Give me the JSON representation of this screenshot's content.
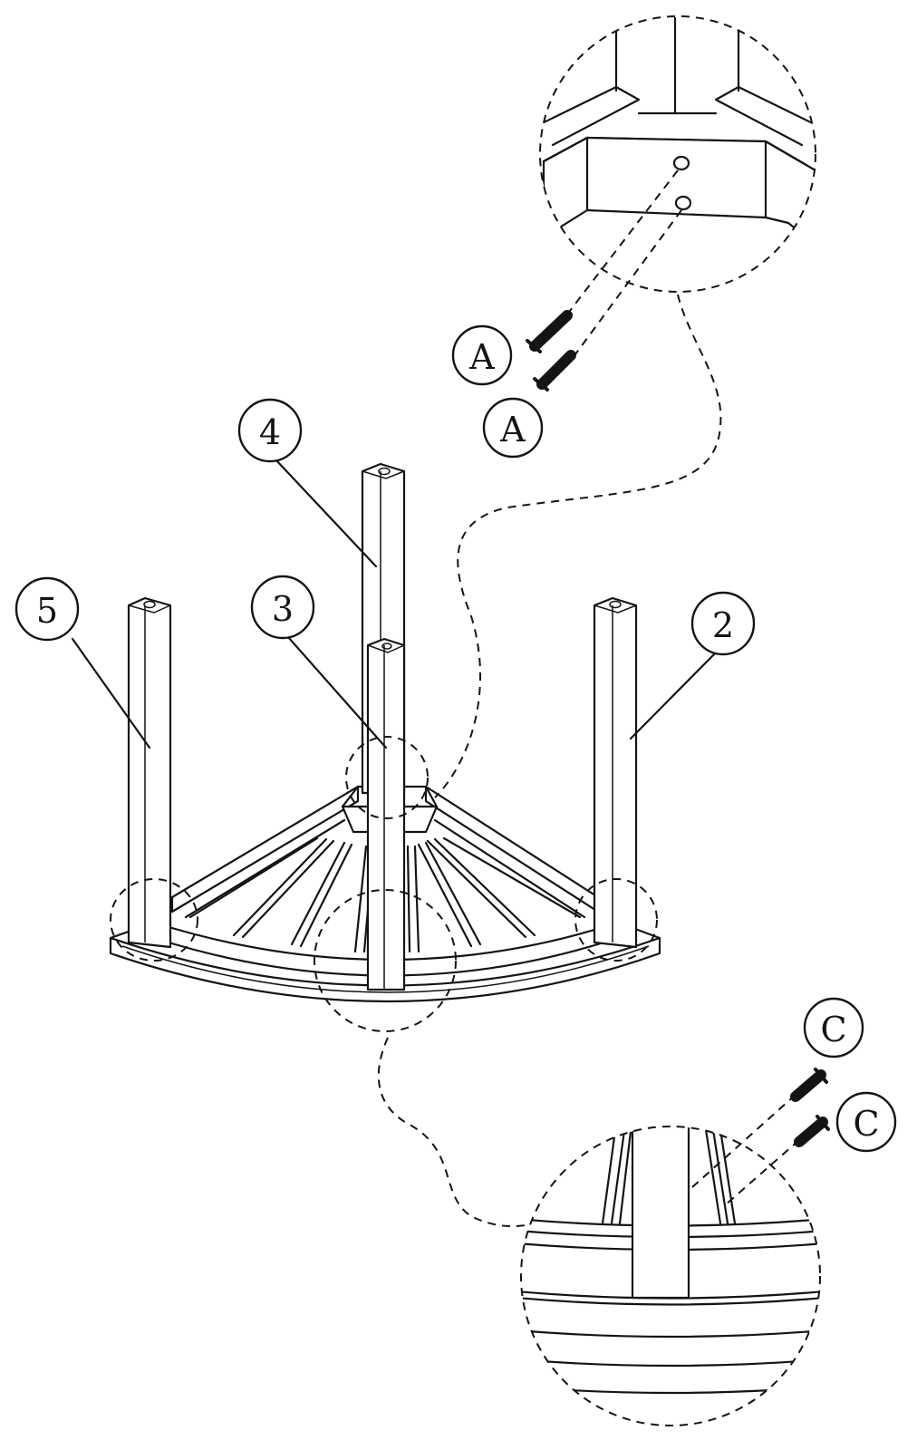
{
  "diagram": {
    "part_labels": {
      "part_2": "2",
      "part_3": "3",
      "part_4": "4",
      "part_5": "5"
    },
    "hardware_labels": {
      "screw_a_upper": "A",
      "screw_a_lower": "A",
      "screw_c_upper": "C",
      "screw_c_lower": "C"
    },
    "colors": {
      "ink": "#141414",
      "background": "#ffffff"
    }
  }
}
